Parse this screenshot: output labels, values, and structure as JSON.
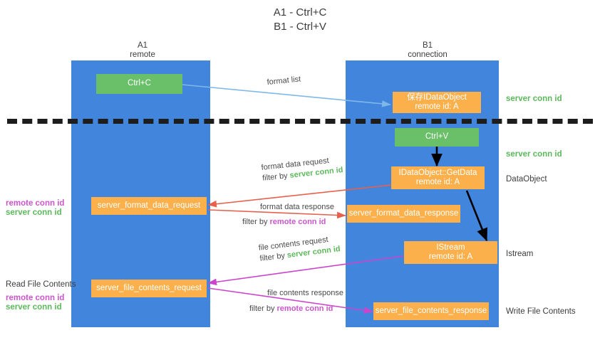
{
  "title": {
    "line1": "A1 - Ctrl+C",
    "line2": "B1 - Ctrl+V"
  },
  "lanes": [
    {
      "id": "a1",
      "name": "A1",
      "role": "remote"
    },
    {
      "id": "b1",
      "name": "B1",
      "role": "connection"
    }
  ],
  "nodes": {
    "ctrl_c": {
      "label": "Ctrl+C",
      "sub": "",
      "color": "#6abf69"
    },
    "save_idataobject": {
      "label": "保存IDataObject",
      "sub": "remote id: A",
      "color": "#fbb04c"
    },
    "ctrl_v": {
      "label": "Ctrl+V",
      "sub": "",
      "color": "#6abf69"
    },
    "getdata": {
      "label": "IDataObject::GetData",
      "sub": "remote id: A",
      "color": "#fbb04c"
    },
    "format_data_request": {
      "label": "server_format_data_request",
      "sub": "",
      "color": "#fbb04c"
    },
    "format_data_response": {
      "label": "server_format_data_response",
      "sub": "",
      "color": "#fbb04c"
    },
    "istream": {
      "label": "IStream",
      "sub": "remote id: A",
      "color": "#fbb04c"
    },
    "file_contents_request": {
      "label": "server_file_contents_request",
      "sub": "",
      "color": "#fbb04c"
    },
    "file_contents_response": {
      "label": "server_file_contents_response",
      "sub": "",
      "color": "#fbb04c"
    }
  },
  "edges": {
    "format_list": {
      "line1": "format list",
      "line2_prefix": "",
      "line2_value": ""
    },
    "format_data_request": {
      "line1": "format data request",
      "line2_prefix": "filter by ",
      "line2_value": "server conn id"
    },
    "format_data_response": {
      "line1": "format data response",
      "line2_prefix": "filter by ",
      "line2_value": "remote conn id"
    },
    "file_contents_request": {
      "line1": "file contents request",
      "line2_prefix": "filter by ",
      "line2_value": "server conn id"
    },
    "file_contents_response": {
      "line1": "file contents response",
      "line2_prefix": "filter by ",
      "line2_value": "remote conn id"
    }
  },
  "annotations": {
    "right_conn_top": "server conn id",
    "right_conn_mid": "server conn id",
    "right_dataobject": "DataObject",
    "right_istream": "Istream",
    "right_write_file": "Write File Contents",
    "left_read_file": "Read File Contents",
    "left_remote_1": "remote conn id",
    "left_server_1": "server conn id",
    "left_remote_2": "remote conn id",
    "left_server_2": "server conn id"
  },
  "colors": {
    "lane": "#4285dd",
    "green_node": "#6abf69",
    "orange_node": "#fbb04c",
    "green_text": "#5cb85c",
    "magenta_text": "#cc55cc",
    "arrow_blue": "#7fb8e8",
    "arrow_red": "#e8604c",
    "arrow_black": "#000000",
    "arrow_magenta": "#cc44cc",
    "divider": "#1d1d1d"
  }
}
